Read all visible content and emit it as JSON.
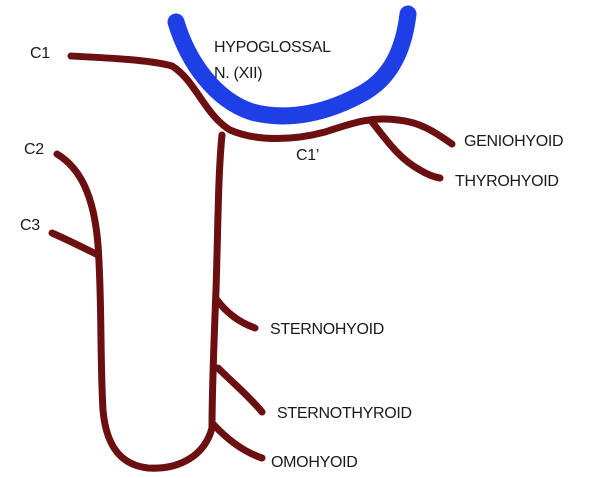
{
  "diagram": {
    "hypoglossal_color": "#1f3fe6",
    "cervical_color": "#6b0f10",
    "labels": {
      "hypoglossal_line1": "HYPOGLOSSAL",
      "hypoglossal_line2": "N. (XII)",
      "c1": "C1",
      "c1_prime": "C1’",
      "c2": "C2",
      "c3": "C3",
      "geniohyoid": "GENIOHYOID",
      "thyrohyoid": "THYROHYOID",
      "sternohyoid": "STERNOHYOID",
      "sternothyroid": "STERNOTHYROID",
      "omohyoid": "OMOHYOID"
    }
  }
}
